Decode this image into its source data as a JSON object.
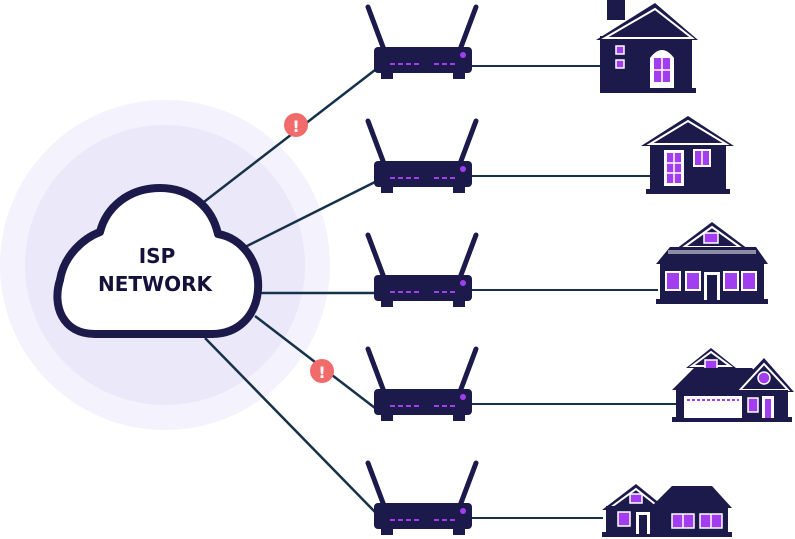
{
  "cloud": {
    "line1": "ISP",
    "line2": "NETWORK"
  },
  "colors": {
    "navy": "#1c1a4a",
    "link": "#16314a",
    "accent": "#a23df0",
    "alert": "#f26b6b",
    "halo_outer": "#f3f1fc",
    "halo_inner": "#e9e6fa"
  },
  "links": [
    {
      "router": "router-1",
      "house": "house-1",
      "status": "alert"
    },
    {
      "router": "router-2",
      "house": "house-2",
      "status": "ok"
    },
    {
      "router": "router-3",
      "house": "house-3",
      "status": "ok"
    },
    {
      "router": "router-4",
      "house": "house-4",
      "status": "alert"
    },
    {
      "router": "router-5",
      "house": "house-5",
      "status": "ok"
    }
  ],
  "alert_icon": "exclamation-alert-icon",
  "alert_glyph": "!"
}
